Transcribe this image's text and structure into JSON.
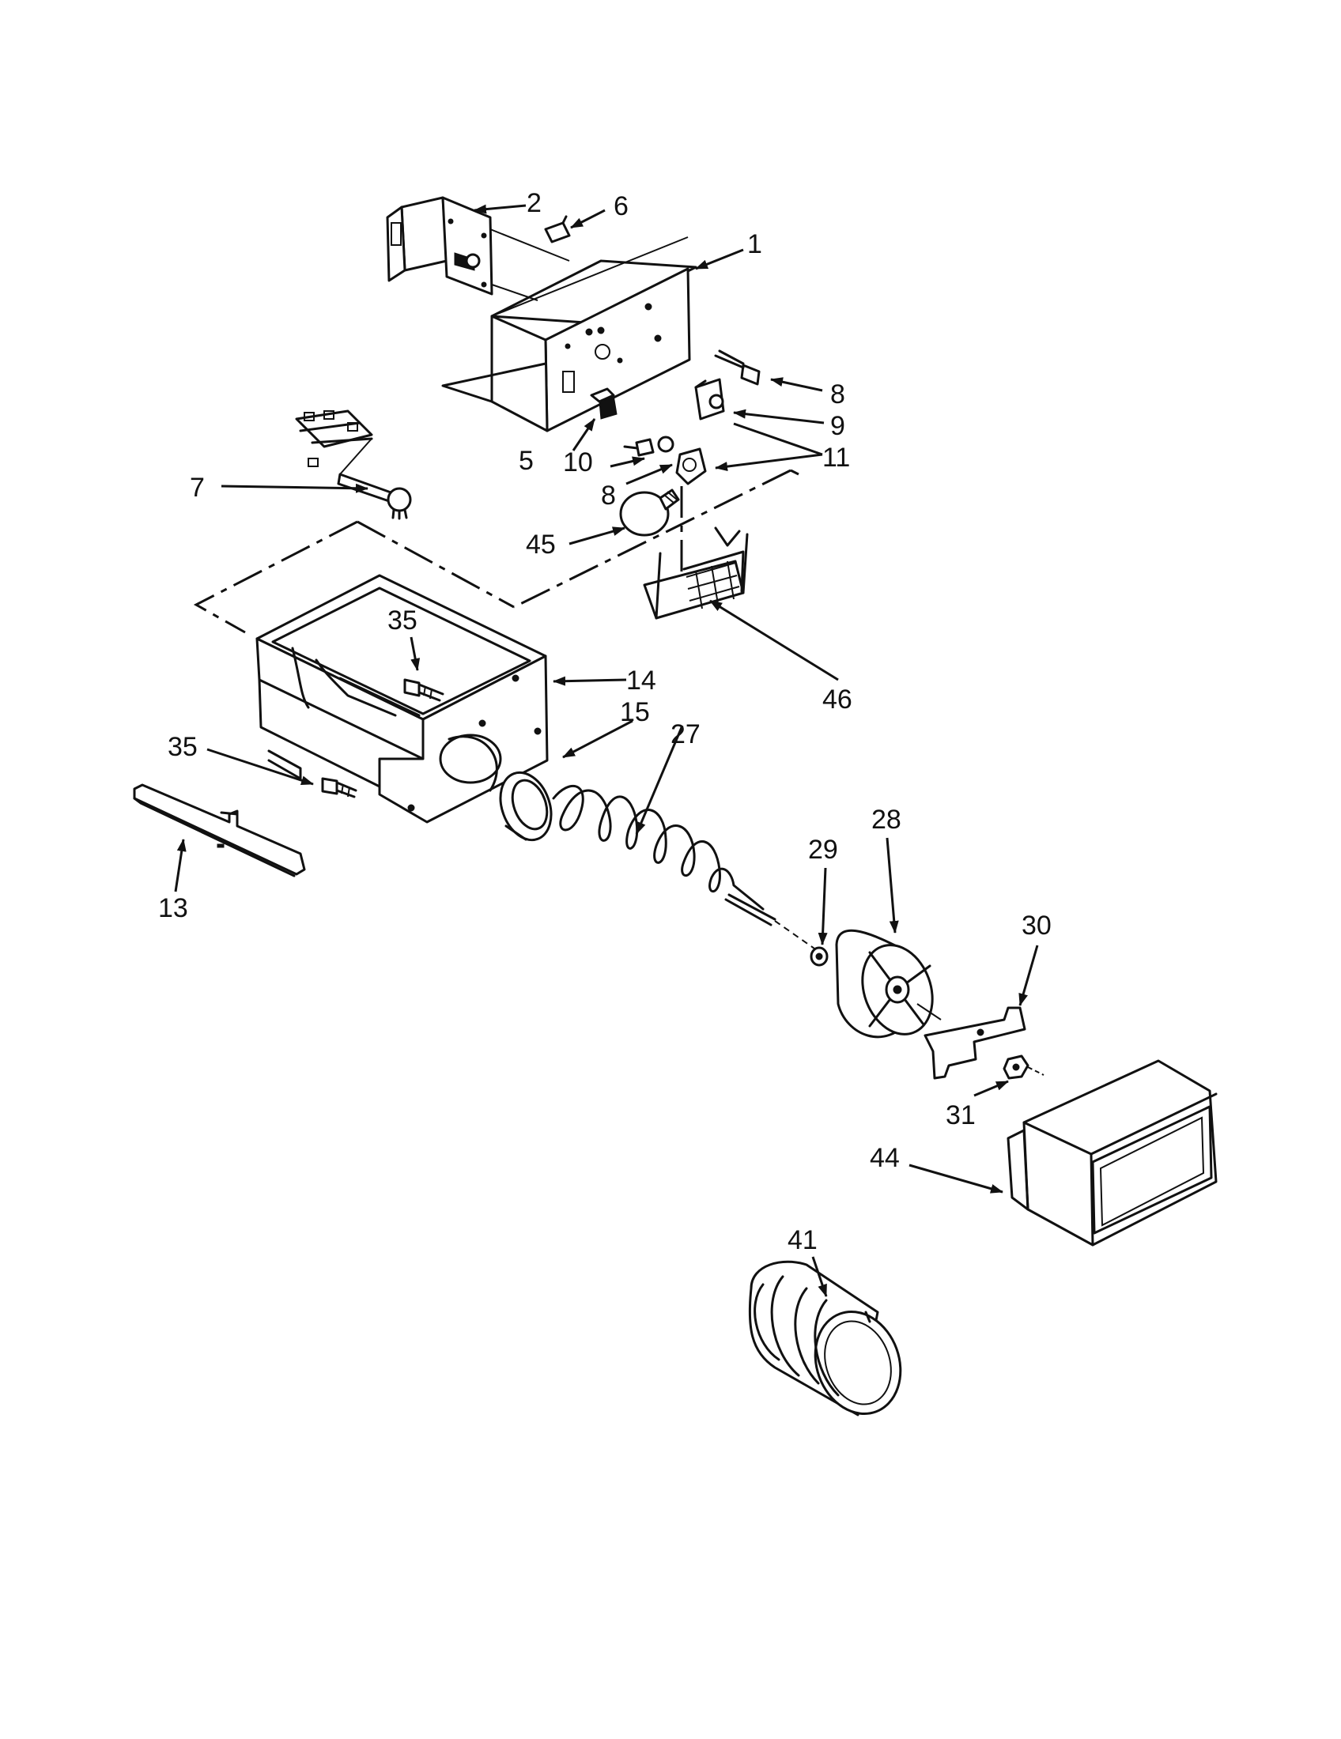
{
  "diagram": {
    "part_labels": {
      "p1": "1",
      "p2": "2",
      "p5": "5",
      "p6": "6",
      "p7": "7",
      "p8a": "8",
      "p8b": "8",
      "p9": "9",
      "p10": "10",
      "p11": "11",
      "p13": "13",
      "p14": "14",
      "p15": "15",
      "p27": "27",
      "p28": "28",
      "p29": "29",
      "p30": "30",
      "p31": "31",
      "p35a": "35",
      "p35b": "35",
      "p41": "41",
      "p44": "44",
      "p45": "45",
      "p46": "46"
    }
  }
}
